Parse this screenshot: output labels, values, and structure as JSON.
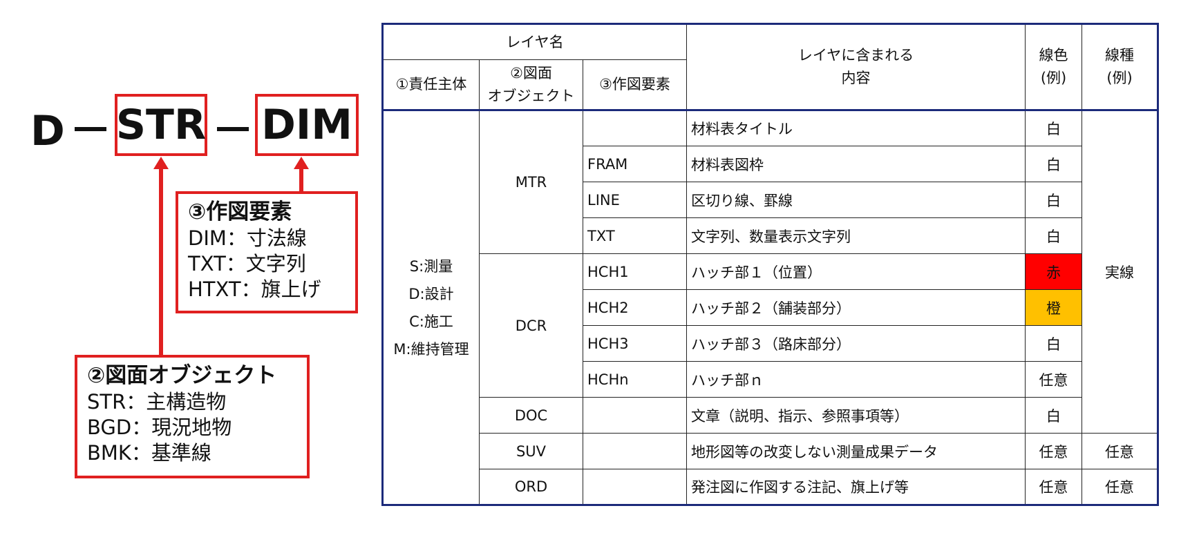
{
  "code": {
    "prefix": "D",
    "object_code": "STR",
    "element_code": "DIM"
  },
  "element_note": {
    "title": "③作図要素",
    "lines": [
      "DIM：寸法線",
      "TXT：文字列",
      "HTXT：旗上げ"
    ]
  },
  "object_note": {
    "title": "②図面オブジェクト",
    "lines": [
      "STR：主構造物",
      "BGD：現況地物",
      "BMK：基準線"
    ]
  },
  "colors": {
    "accent": "#e02020",
    "table_border": "#1c2a7a",
    "red": "#ff0000",
    "orange": "#ffc000"
  },
  "table": {
    "header": {
      "layer_name": "レイヤ名",
      "responsible": "①責任主体",
      "drawing_object": [
        "②図面",
        "オブジェクト"
      ],
      "drawing_element": "③作図要素",
      "content": [
        "レイヤに含まれる",
        "内容"
      ],
      "line_color": [
        "線色",
        "(例)"
      ],
      "line_type": [
        "線種",
        "(例)"
      ]
    },
    "responsible_values": [
      "S:測量",
      "D:設計",
      "C:施工",
      "M:維持管理"
    ],
    "mtr": "MTR",
    "dcr": "DCR",
    "solid_line": "実線",
    "rows": [
      {
        "element": "",
        "content": "材料表タイトル",
        "color": "白"
      },
      {
        "element": "FRAM",
        "content": "材料表図枠",
        "color": "白"
      },
      {
        "element": "LINE",
        "content": "区切り線、罫線",
        "color": "白"
      },
      {
        "element": "TXT",
        "content": "文字列、数量表示文字列",
        "color": "白"
      },
      {
        "element": "HCH1",
        "content": "ハッチ部１（位置）",
        "color": "赤"
      },
      {
        "element": "HCH2",
        "content": "ハッチ部２（舗装部分）",
        "color": "橙"
      },
      {
        "element": "HCH3",
        "content": "ハッチ部３（路床部分）",
        "color": "白"
      },
      {
        "element": "HCHn",
        "content": "ハッチ部ｎ",
        "color": "任意"
      },
      {
        "object": "DOC",
        "element": "",
        "content": "文章（説明、指示、参照事項等）",
        "color": "白"
      },
      {
        "object": "SUV",
        "element": "",
        "content": "地形図等の改変しない測量成果データ",
        "color": "任意",
        "type": "任意"
      },
      {
        "object": "ORD",
        "element": "",
        "content": "発注図に作図する注記、旗上げ等",
        "color": "任意",
        "type": "任意"
      }
    ]
  }
}
